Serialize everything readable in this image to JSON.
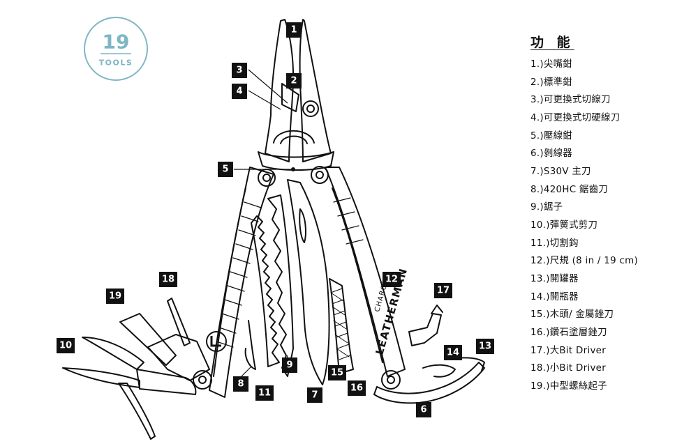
{
  "badge": {
    "number": "19",
    "caption": "TOOLS",
    "color": "#7fb6c6"
  },
  "tool_brand": {
    "name": "LEATHERMAN",
    "model": "CHARGE+"
  },
  "legend": {
    "title": "功 能",
    "items": [
      "1.)尖嘴鉗",
      "2.)標準鉗",
      "3.)可更換式切線刀",
      "4.)可更換式切硬線刀",
      "5.)壓線鉗",
      "6.)剝線器",
      "7.)S30V 主刀",
      "8.)420HC 鋸齒刀",
      "9.)鋸子",
      "10.)彈簧式剪刀",
      "11.)切割鈎",
      "12.)尺規 (8 in / 19 cm)",
      "13.)開罐器",
      "14.)開瓶器",
      "15.)木頭/ 金屬銼刀",
      "16.)鑽石塗層銼刀",
      "17.)大Bit Driver",
      "18.)小Bit Driver",
      "19.)中型螺絲起子"
    ]
  },
  "callouts": [
    "1",
    "2",
    "3",
    "4",
    "5",
    "6",
    "7",
    "8",
    "9",
    "10",
    "11",
    "12",
    "13",
    "14",
    "15",
    "16",
    "17",
    "18",
    "19"
  ]
}
